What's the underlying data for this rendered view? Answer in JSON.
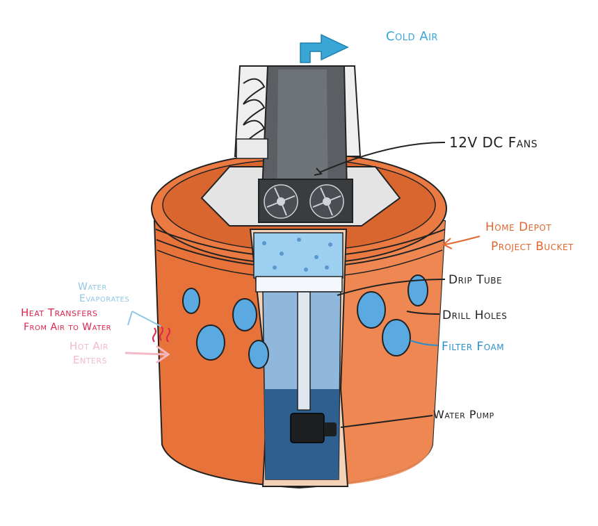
{
  "labels": {
    "cold_air": "Cold Air",
    "fans": "12V DC Fans",
    "bucket_line1": "Home Depot",
    "bucket_line2": "Project Bucket",
    "drip_tube": "Drip Tube",
    "drill_holes": "Drill Holes",
    "filter_foam": "Filter Foam",
    "water_pump": "Water Pump",
    "water_evap_line1": "Water",
    "water_evap_line2": "Evaporates",
    "heat_line1": "Heat Transfers",
    "heat_line2": "From Air to Water",
    "hot_air_line1": "Hot Air",
    "hot_air_line2": "Enters"
  },
  "colors": {
    "bucket_orange": "#e8733a",
    "bucket_light": "#f08a55",
    "foam_blue": "#5aa9e0",
    "water_blue": "#3f7fbf",
    "cold_air": "#3aa6d6",
    "orange_text": "#e0662e",
    "water_evap_text": "#8fc7e4",
    "heat_text": "#e0234e",
    "hot_air_text": "#f3b9c6",
    "filter_text": "#2a8fc8",
    "dark_text": "#222222",
    "fan_gray": "#5b5f63"
  },
  "icons": [
    "cold-air-arrow-icon",
    "fan-icon",
    "water-pump-icon",
    "heat-wave-icon"
  ]
}
